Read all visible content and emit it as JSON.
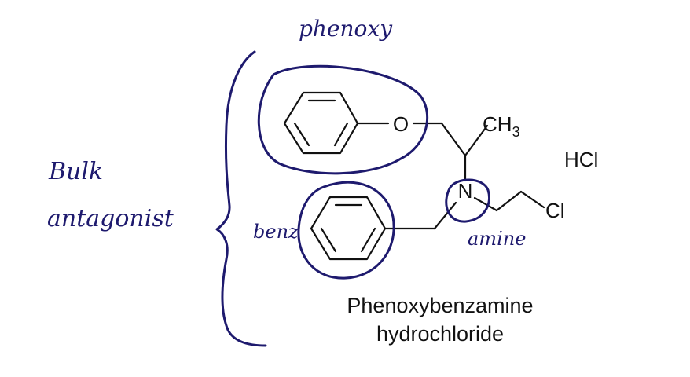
{
  "annotations": {
    "phenoxy": "phenoxy",
    "bulk": "Bulk",
    "antagonist": "antagonist",
    "benz": "benz",
    "amine": "amine"
  },
  "structure": {
    "oxygen": "O",
    "nitrogen": "N",
    "methyl_base": "CH",
    "methyl_sub": "3",
    "chloro": "Cl",
    "salt": "HCl"
  },
  "caption": {
    "line1": "Phenoxybenzamine",
    "line2": "hydrochloride"
  },
  "colors": {
    "ink": "#1e1a6e",
    "bonds": "#111111"
  }
}
